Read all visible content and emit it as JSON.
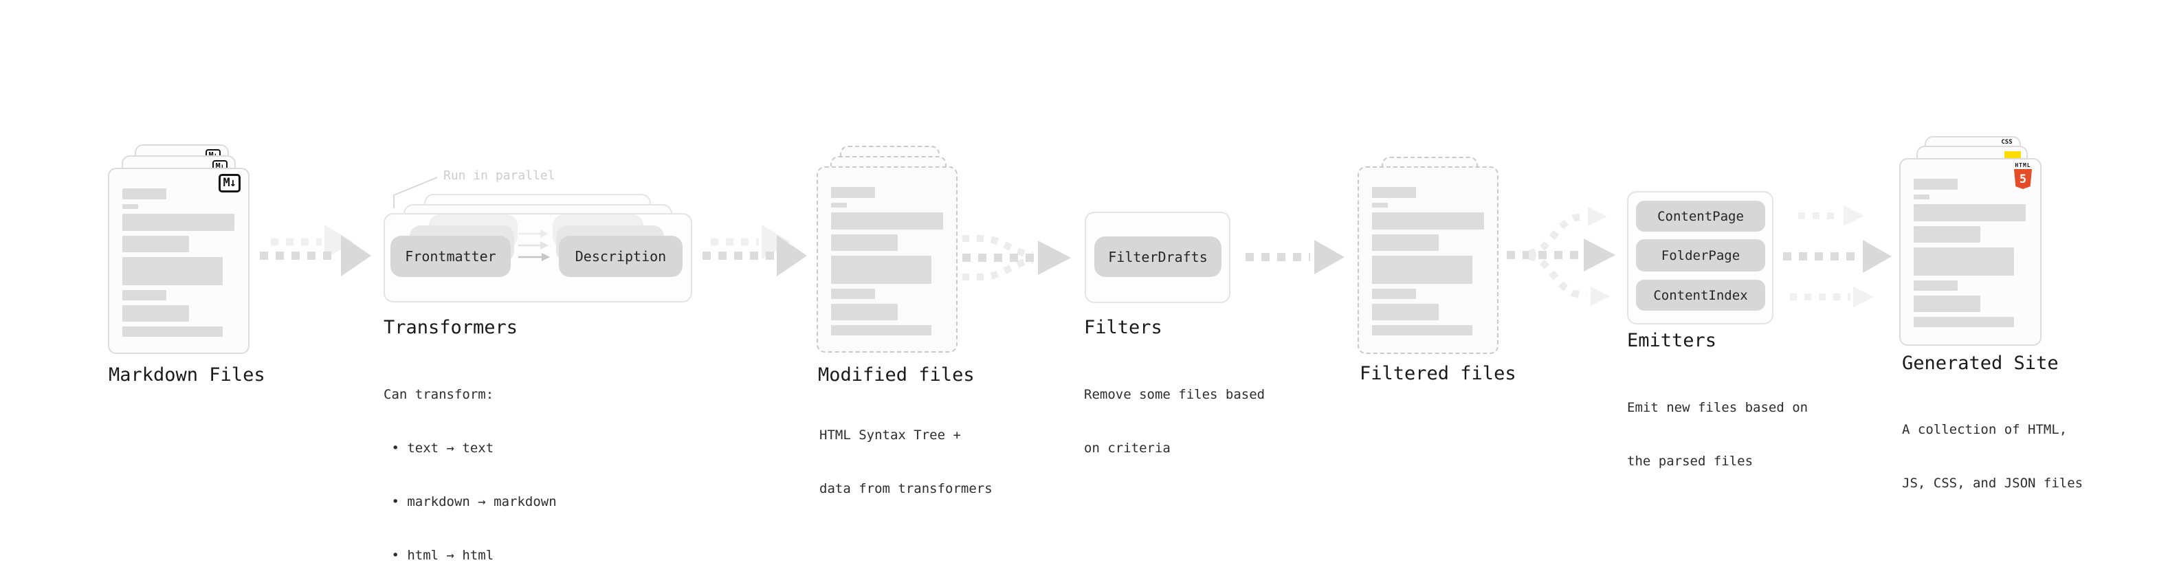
{
  "diagram": {
    "annotation_run_in_parallel": "Run in parallel",
    "nodes": {
      "markdown_files": {
        "label": "Markdown Files"
      },
      "transformers": {
        "label": "Transformers",
        "pill_frontmatter": "Frontmatter",
        "pill_description": "Description",
        "desc_lines": [
          "Can transform:",
          " • text → text",
          " • markdown → markdown",
          " • html → html"
        ]
      },
      "modified_files": {
        "label": "Modified files",
        "desc_lines": [
          "HTML Syntax Tree +",
          "data from transformers"
        ]
      },
      "filters": {
        "label": "Filters",
        "pill_filterdrafts": "FilterDrafts",
        "desc_lines": [
          "Remove some files based",
          "on criteria"
        ]
      },
      "filtered_files": {
        "label": "Filtered files"
      },
      "emitters": {
        "label": "Emitters",
        "pills": [
          "ContentPage",
          "FolderPage",
          "ContentIndex"
        ],
        "desc_lines": [
          "Emit new files based on",
          "the parsed files"
        ]
      },
      "generated_site": {
        "label": "Generated Site",
        "desc_lines": [
          "A collection of HTML,",
          "JS, CSS, and JSON files"
        ]
      }
    },
    "icons": {
      "markdown_badge": "M↓",
      "css_badge": "CSS",
      "html5_text": "HTML",
      "html5_numeral": "5"
    },
    "colors": {
      "html5_orange": "#e44d26",
      "js_yellow": "#ffdd00",
      "css_blue": "#2962e9",
      "arrow_gray": "#d9d9d9",
      "arrow_light_gray": "#f0f0f0"
    }
  }
}
